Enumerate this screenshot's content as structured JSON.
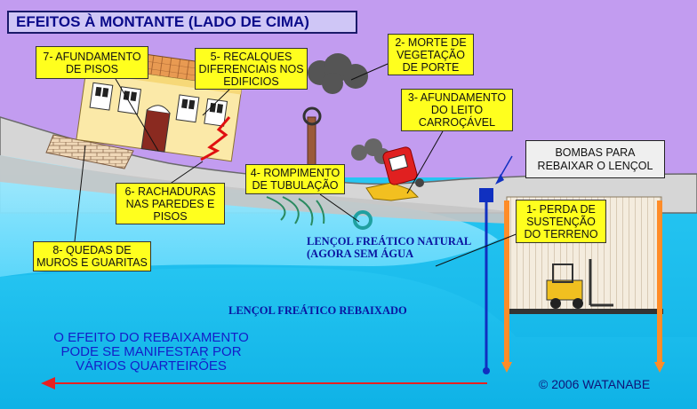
{
  "title": "EFEITOS À MONTANTE (LADO DE CIMA)",
  "callouts": {
    "c7": "7- AFUNDAMENTO\nDE PISOS",
    "c5": "5- RECALQUES\nDIFERENCIAIS NOS\nEDIFICIOS",
    "c2": "2- MORTE DE\nVEGETAÇÃO\nDE PORTE",
    "c3": "3- AFUNDAMENTO\nDO LEITO\nCARROÇÁVEL",
    "c4": "4- ROMPIMENTO\nDE TUBULAÇÃO",
    "c6": "6- RACHADURAS\nNAS PAREDES E\nPISOS",
    "c1": "1- PERDA DE\nSUSTENÇÃO\nDO TERRENO",
    "c8": "8- QUEDAS DE\nMUROS E GUARITAS"
  },
  "pumps_label": "BOMBAS PARA\nREBAIXAR O LENÇOL",
  "water_table_natural": "LENÇOL FREÁTICO NATURAL\n(AGORA SEM ÁGUA",
  "water_table_lowered": "LENÇOL FREÁTICO REBAIXADO",
  "effect_text": "O EFEITO DO REBAIXAMENTO\nPODE SE MANIFESTAR POR\nVÁRIOS QUARTEIRÕES",
  "copyright": "©  2006 WATANABE",
  "colors": {
    "background": "#c29cf0",
    "callout_fill": "#ffff1e",
    "water": "#14c8f0",
    "soil": "#d2d2d2",
    "arrow_red": "#e82020",
    "sheet_pile": "#ff8c28"
  }
}
